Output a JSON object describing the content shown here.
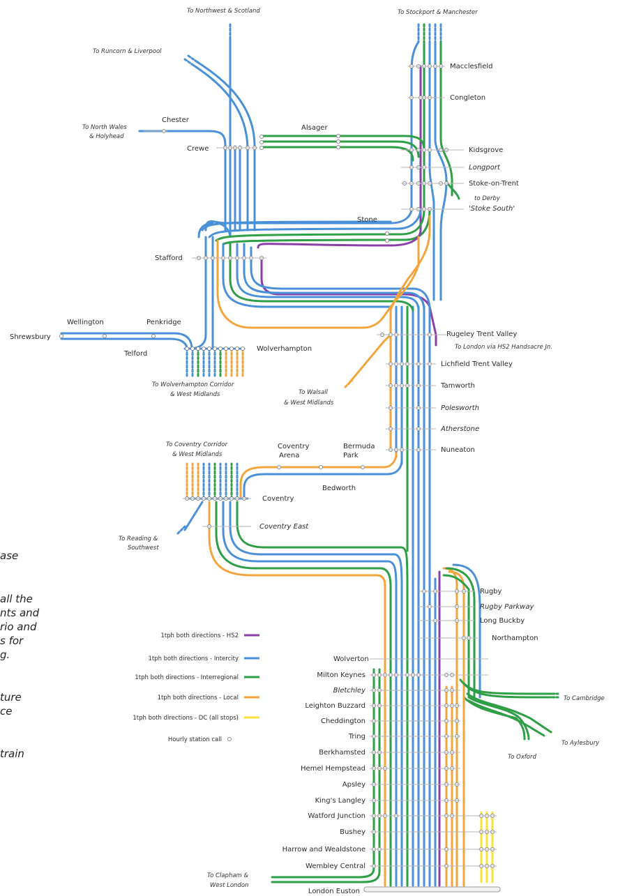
{
  "colors": {
    "hs2": "#8a3fa8",
    "intercity": "#4a90d9",
    "interregional": "#2e9e47",
    "local": "#f2a53c",
    "dc": "#f7e23a",
    "station_call": "#9a9a9a"
  },
  "directions": {
    "northwest_scotland": "To Northwest & Scotland",
    "stockport_manchester": "To Stockport & Manchester",
    "runcorn_liverpool": "To Runcorn & Liverpool",
    "north_wales_l1": "To North Wales",
    "north_wales_l2": "& Holyhead",
    "derby": "to Derby",
    "london_hs2": "To London via HS2 Handsacre Jn.",
    "wolverhampton_l1": "To Wolverhampton Corridor",
    "wolverhampton_l2": "& West Midlands",
    "walsall_l1": "To Walsall",
    "walsall_l2": "& West Midlands",
    "coventry_corr_l1": "To Coventry Corridor",
    "coventry_corr_l2": "& West Midlands",
    "reading_l1": "To Reading &",
    "reading_l2": "Southwest",
    "cambridge": "To Cambridge",
    "aylesbury": "To Aylesbury",
    "oxford": "To Oxford",
    "clapham_l1": "To Clapham &",
    "clapham_l2": "West London"
  },
  "stations": {
    "macclesfield": "Macclesfield",
    "congleton": "Congleton",
    "chester": "Chester",
    "crewe": "Crewe",
    "alsager": "Alsager",
    "kidsgrove": "Kidsgrove",
    "longport": "Longport",
    "stoke": "Stoke-on-Trent",
    "stoke_south": "'Stoke South'",
    "stone": "Stone",
    "stafford": "Stafford",
    "wellington": "Wellington",
    "penkridge": "Penkridge",
    "shrewsbury": "Shrewsbury",
    "telford": "Telford",
    "wolverhampton": "Wolverhampton",
    "rugeley": "Rugeley Trent Valley",
    "lichfield": "Lichfield Trent Valley",
    "tamworth": "Tamworth",
    "polesworth": "Polesworth",
    "atherstone": "Atherstone",
    "nuneaton": "Nuneaton",
    "coventry_arena_l1": "Coventry",
    "coventry_arena_l2": "Arena",
    "bermuda_l1": "Bermuda",
    "bermuda_l2": "Park",
    "bedworth": "Bedworth",
    "coventry": "Coventry",
    "coventry_east": "Coventry East",
    "rugby": "Rugby",
    "rugby_parkway": "Rugby Parkway",
    "long_buckby": "Long Buckby",
    "northampton": "Northampton",
    "wolverton": "Wolverton",
    "milton_keynes": "Milton Keynes",
    "bletchley": "Bletchley",
    "leighton": "Leighton Buzzard",
    "cheddington": "Cheddington",
    "tring": "Tring",
    "berkhamsted": "Berkhamsted",
    "hemel": "Hemel Hempstead",
    "apsley": "Apsley",
    "kings_langley": "King's Langley",
    "watford": "Watford Junction",
    "bushey": "Bushey",
    "harrow": "Harrow and Wealdstone",
    "wembley": "Wembley Central",
    "euston": "London Euston"
  },
  "legend": {
    "hs2": "1tph both directions - HS2",
    "intercity": "1tph both directions - Intercity",
    "interregional": "1tph both directions - Interregional",
    "local": "1tph both directions - Local",
    "dc": "1tph both directions - DC (all stops)",
    "call": "Hourly station call"
  },
  "left_fragments": [
    "ase",
    "all the",
    "nts and",
    "rio and",
    "s for",
    "g.",
    "ture",
    "ce",
    "train"
  ]
}
